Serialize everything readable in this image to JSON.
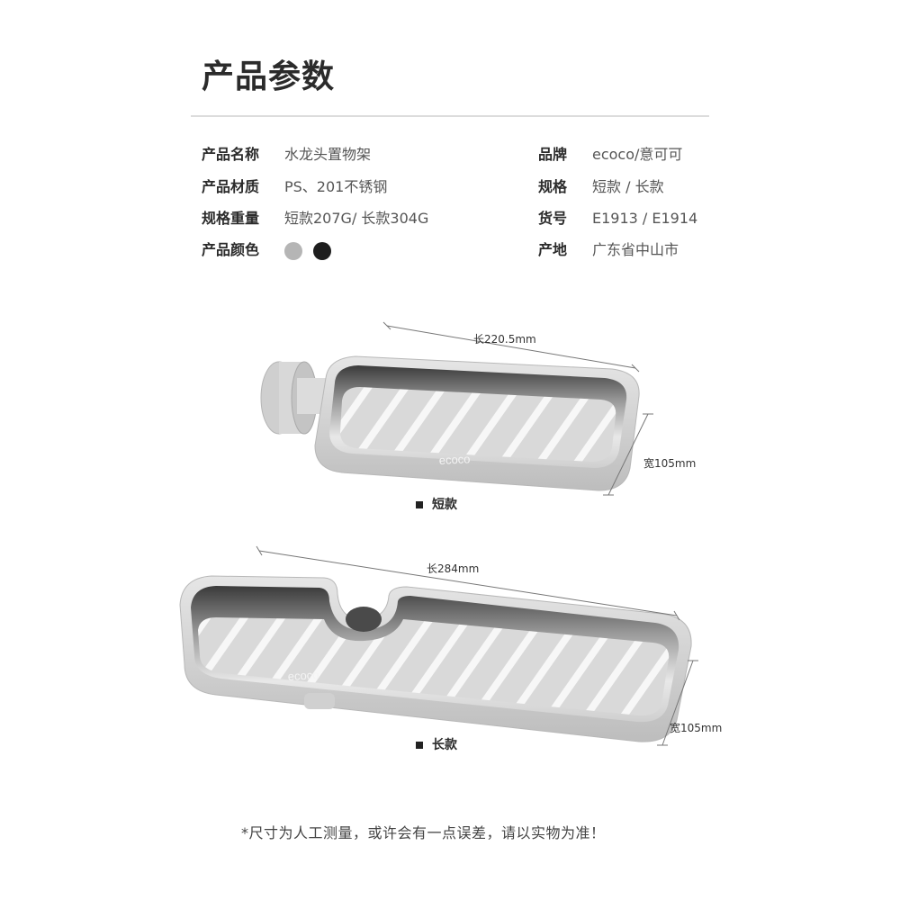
{
  "header": {
    "title": "产品参数"
  },
  "specs": {
    "left": [
      {
        "label": "产品名称",
        "value": "水龙头置物架"
      },
      {
        "label": "产品材质",
        "value": "PS、201不锈钢"
      },
      {
        "label": "规格重量",
        "value": "短款207G/ 长款304G"
      },
      {
        "label": "产品颜色",
        "value": ""
      }
    ],
    "right": [
      {
        "label": "品牌",
        "value": "ecoco/意可可"
      },
      {
        "label": "规格",
        "value": "短款 / 长款"
      },
      {
        "label": "货号",
        "value": "E1913 / E1914"
      },
      {
        "label": "产地",
        "value": "广东省中山市"
      }
    ],
    "colors": [
      "#b5b5b5",
      "#1e1e1e"
    ]
  },
  "products": [
    {
      "name": "短款",
      "length_label": "长220.5mm",
      "width_label": "宽105mm",
      "logo": "ecoco"
    },
    {
      "name": "长款",
      "length_label": "长284mm",
      "width_label": "宽105mm",
      "logo": "ecoco"
    }
  ],
  "footer": {
    "note": "*尺寸为人工测量，或许会有一点误差，请以实物为准！"
  }
}
